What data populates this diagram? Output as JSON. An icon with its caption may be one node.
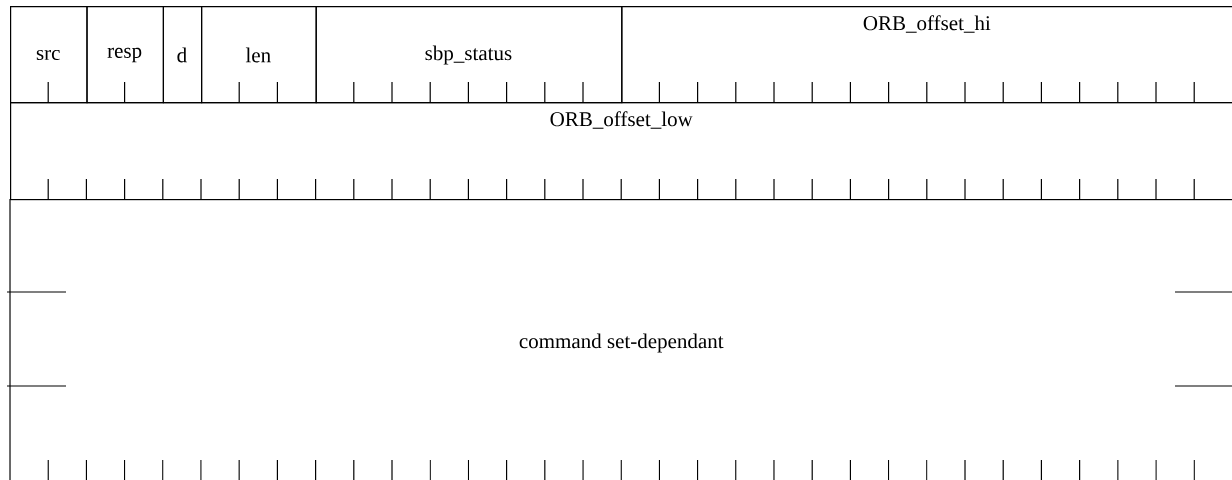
{
  "diagram": {
    "nodes": [
      {
        "text": [
          "src"
        ]
      },
      {
        "text": [
          "resp"
        ]
      },
      {
        "text": [
          "d"
        ]
      },
      {
        "text": [
          "len"
        ]
      },
      {
        "text": [
          "sbp_status"
        ]
      },
      {
        "text": [
          "ORB_offset_hi"
        ]
      },
      {
        "text": [
          "ORB_offset_low"
        ]
      },
      {
        "text": [
          "command set-dependant"
        ]
      }
    ]
  }
}
